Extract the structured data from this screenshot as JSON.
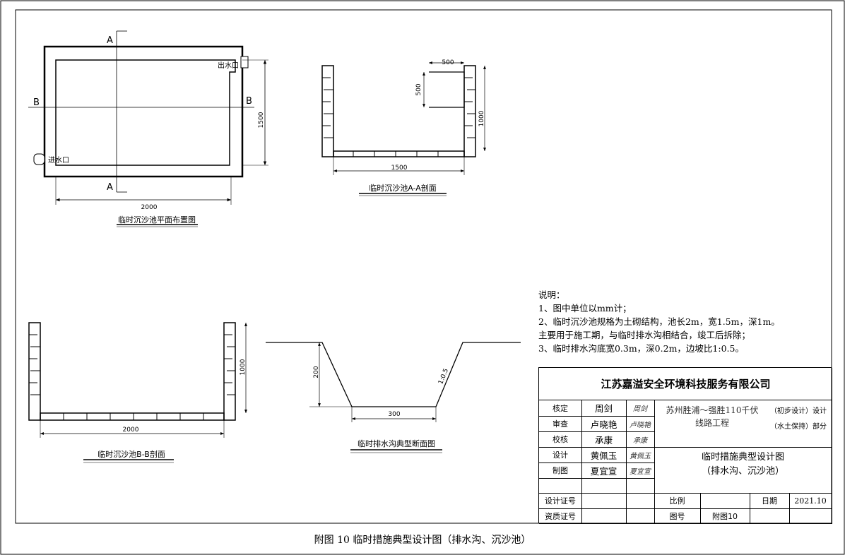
{
  "plan": {
    "label_a_top": "A",
    "label_a_bottom": "A",
    "label_b_left": "B",
    "label_b_right": "B",
    "outlet": "出水口",
    "inlet": "进水口",
    "dim_width": "2000",
    "dim_height": "1500",
    "title": "临时沉沙池平面布置图"
  },
  "section_aa": {
    "dim_top_w": "500",
    "dim_top_h": "500",
    "dim_height": "1000",
    "dim_width": "1500",
    "title": "临时沉沙池A-A剖面"
  },
  "section_bb": {
    "dim_height": "1000",
    "dim_width": "2000",
    "title": "临时沉沙池B-B剖面"
  },
  "ditch": {
    "dim_depth": "200",
    "dim_bottom": "300",
    "slope": "1:0.5",
    "title": "临时排水沟典型断面图"
  },
  "notes": {
    "heading": "说明：",
    "line1": "1、图中单位以mm计；",
    "line2": "2、临时沉沙池规格为土砌结构，池长2m，宽1.5m，深1m。",
    "line3": "主要用于施工期，与临时排水沟相结合，竣工后拆除；",
    "line4": "3、临时排水沟底宽0.3m，深0.2m，边坡比1:0.5。"
  },
  "titleblock": {
    "company": "江苏嘉溢安全环境科技服务有限公司",
    "roles": [
      {
        "role": "核定",
        "name": "周剑",
        "sig": "周剑"
      },
      {
        "role": "审查",
        "name": "卢晓艳",
        "sig": "卢晓艳"
      },
      {
        "role": "校核",
        "name": "承康",
        "sig": "承康"
      },
      {
        "role": "设计",
        "name": "黄佩玉",
        "sig": "黄佩玉"
      },
      {
        "role": "制图",
        "name": "夏宜宣",
        "sig": "夏宜宣"
      }
    ],
    "project_line1": "苏州胜浦～强胜110千伏",
    "project_line2": "线路工程",
    "stage": "（初步设计）设计",
    "part": "（水土保持）部分",
    "drawing_title1": "临时措施典型设计图",
    "drawing_title2": "（排水沟、沉沙池）",
    "cert_design": "设计证号",
    "cert_qual": "资质证号",
    "scale_label": "比例",
    "date_label": "日期",
    "date_value": "2021.10",
    "no_label": "图号",
    "no_value": "附图10"
  },
  "caption": "附图 10  临时措施典型设计图（排水沟、沉沙池）"
}
